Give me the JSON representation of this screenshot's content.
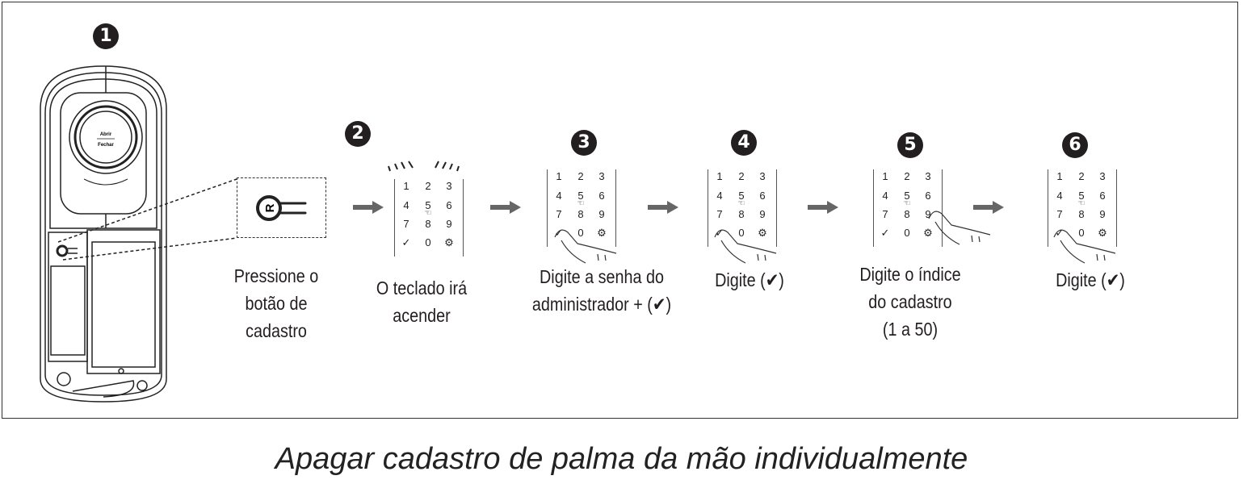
{
  "steps": [
    {
      "number": "1",
      "text": [
        "Pressione o",
        "botão de",
        "cadastro"
      ]
    },
    {
      "number": "2",
      "text": [
        "O teclado irá",
        "acender"
      ]
    },
    {
      "number": "3",
      "text": [
        "Digite a senha do",
        "administrador + (✔)"
      ]
    },
    {
      "number": "4",
      "text": [
        "Digite (✔)"
      ]
    },
    {
      "number": "5",
      "text": [
        "Digite o índice",
        "do cadastro",
        "(1 a 50)"
      ]
    },
    {
      "number": "6",
      "text": [
        "Digite (✔)"
      ]
    }
  ],
  "lock": {
    "open_label": "Abrir",
    "close_label": "Fechar",
    "button_letter": "R"
  },
  "keypad_keys": [
    "1",
    "2",
    "3",
    "4",
    "5",
    "6",
    "7",
    "8",
    "9",
    "✓",
    "0",
    "⚙"
  ],
  "caption": "Apagar cadastro de palma da mão individualmente"
}
